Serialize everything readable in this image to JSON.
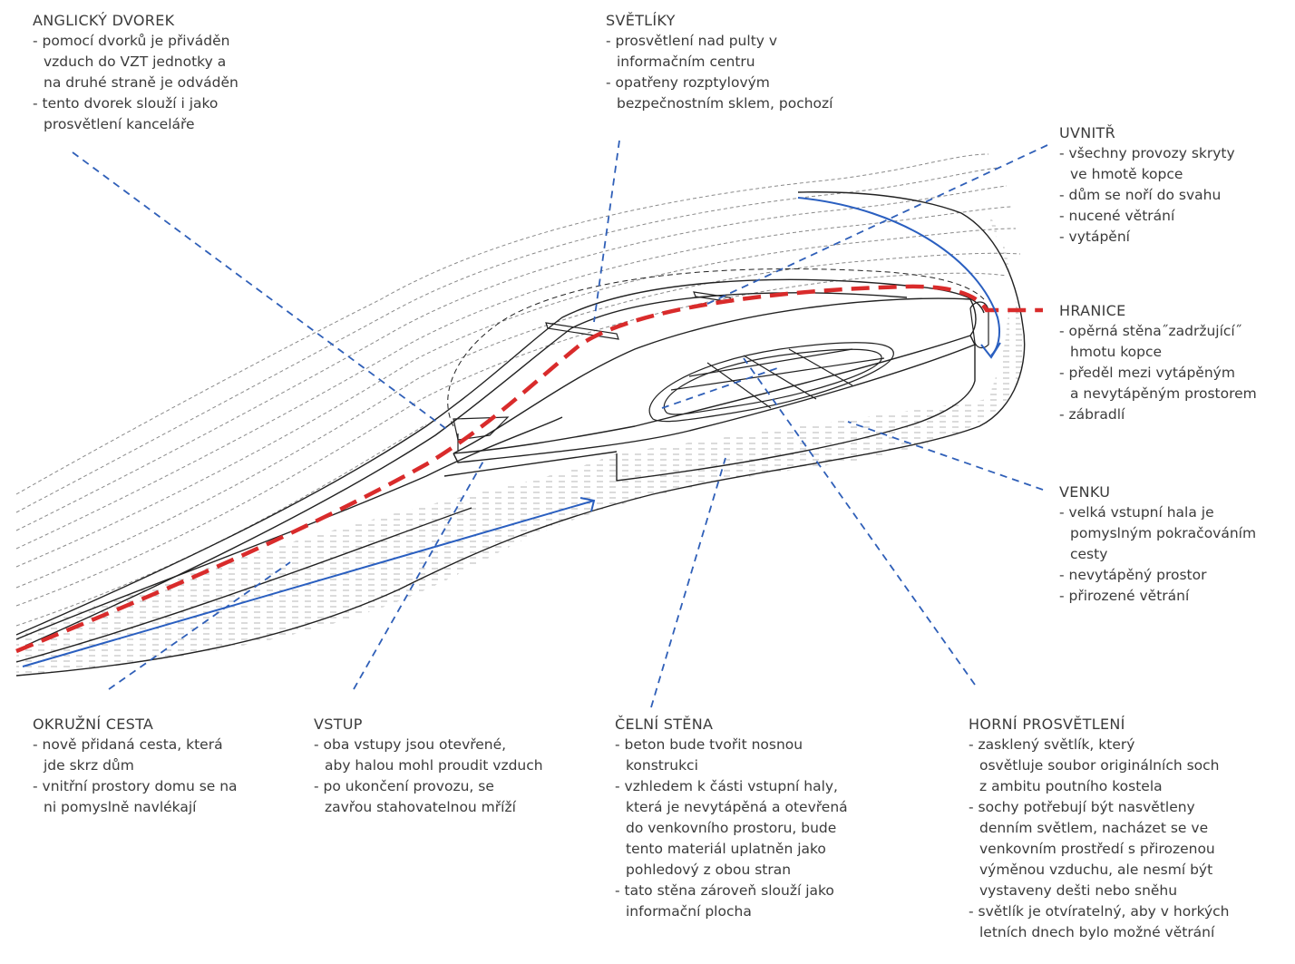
{
  "colors": {
    "line": "#222222",
    "contour": "#8a8a8a",
    "leader": "#2f5fb8",
    "path": "#2a5fc0",
    "boundary": "#d92b2b",
    "hatch": "#9a9a9a",
    "text": "#3b3b3b"
  },
  "annotations": {
    "anglicky_dvorek": {
      "title": "ANGLICKÝ DVOREK",
      "lines": [
        "- pomocí dvorků je přiváděn",
        "  vzduch do VZT jednotky a",
        "  na druhé straně je odváděn",
        "- tento dvorek slouží i jako",
        "  prosvětlení kanceláře"
      ]
    },
    "svetliky": {
      "title": "SVĚTLÍKY",
      "lines": [
        "- prosvětlení nad pulty v",
        "  informačním centru",
        "- opatřeny rozptylovým",
        "  bezpečnostním sklem, pochozí"
      ]
    },
    "uvnitr": {
      "title": "UVNITŘ",
      "lines": [
        "- všechny provozy skryty",
        "  ve hmotě kopce",
        "- dům se noří do svahu",
        "- nucené větrání",
        "- vytápění"
      ]
    },
    "hranice": {
      "title": "HRANICE",
      "lines": [
        "- opěrná stěna˝zadržující˝",
        "  hmotu kopce",
        "- předěl mezi vytápěným",
        "  a nevytápěným prostorem",
        "- zábradlí"
      ]
    },
    "venku": {
      "title": "VENKU",
      "lines": [
        "- velká vstupní hala je",
        "  pomyslným pokračováním",
        "  cesty",
        "- nevytápěný prostor",
        "- přirozené větrání"
      ]
    },
    "okruzni_cesta": {
      "title": "OKRUŽNÍ CESTA",
      "lines": [
        "- nově přidaná cesta, která",
        "  jde skrz dům",
        "- vnitřní prostory domu se na",
        "  ni pomyslně navlékají"
      ]
    },
    "vstup": {
      "title": "VSTUP",
      "lines": [
        "- oba vstupy jsou otevřené,",
        "  aby halou mohl proudit vzduch",
        "- po ukončení provozu, se",
        "  zavřou stahovatelnou mříží"
      ]
    },
    "celni_stena": {
      "title": "ČELNÍ STĚNA",
      "lines": [
        "- beton bude tvořit nosnou",
        "  konstrukci",
        "- vzhledem k části vstupní haly,",
        "  která je nevytápěná a otevřená",
        "  do venkovního prostoru, bude",
        "  tento materiál uplatněn jako",
        "  pohledový z obou stran",
        "- tato stěna zároveň slouží jako",
        "  informační plocha"
      ]
    },
    "horni_prosvetleni": {
      "title": "HORNÍ PROSVĚTLENÍ",
      "lines": [
        "- zasklený světlík, který",
        "  osvětluje soubor originálních soch",
        "  z ambitu poutního kostela",
        "- sochy potřebují být nasvětleny",
        "  denním světlem, nacházet se ve",
        "  venkovním prostředí s přirozenou",
        "  výměnou vzduchu, ale nesmí být",
        "  vystaveny dešti nebo sněhu",
        "- světlík je otvíratelný, aby v horkých",
        "  letních dnech bylo možné větrání"
      ]
    }
  }
}
